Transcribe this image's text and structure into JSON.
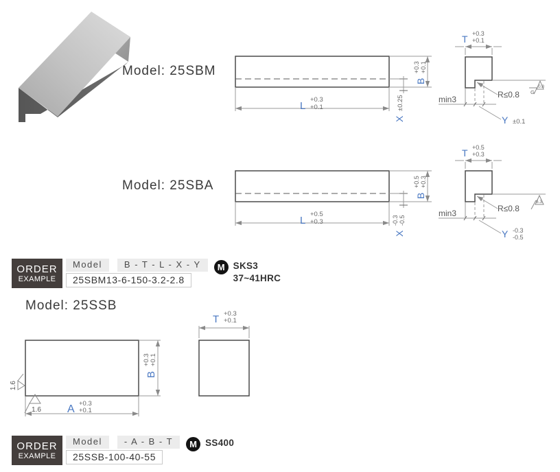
{
  "colors": {
    "accent_blue": "#4a78c2",
    "object_line": "#4a4a4a",
    "dimension_line": "#9a9a9a",
    "order_box_bg": "#443e3c",
    "chip_bg": "#ececec"
  },
  "sbm": {
    "label": "Model: 25SBM",
    "L": "L",
    "L_hi": "+0.3",
    "L_lo": "+0.1",
    "B": "B",
    "B_hi": "+0.3",
    "B_lo": "+0.1",
    "X": "X",
    "X_tol": "±0.25",
    "T": "T",
    "T_hi": "+0.3",
    "T_lo": "+0.1",
    "min": "min3",
    "radius": "R≤0.8",
    "Y": "Y",
    "Y_tol": "±0.1",
    "finish_value": "0.8",
    "finish_process": "G"
  },
  "sba": {
    "label": "Model: 25SBA",
    "L": "L",
    "L_hi": "+0.5",
    "L_lo": "+0.3",
    "B": "B",
    "B_hi": "+0.5",
    "B_lo": "+0.3",
    "X": "X",
    "X_hi": "-0.3",
    "X_lo": "-0.5",
    "T": "T",
    "T_hi": "+0.5",
    "T_lo": "+0.3",
    "min": "min3",
    "radius": "R≤0.8",
    "Y": "Y",
    "Y_hi": "-0.3",
    "Y_lo": "-0.5",
    "finish_value": "6.3"
  },
  "ssb": {
    "label": "Model: 25SSB",
    "A": "A",
    "A_hi": "+0.3",
    "A_lo": "+0.1",
    "B": "B",
    "B_hi": "+0.3",
    "B_lo": "+0.1",
    "T": "T",
    "T_hi": "+0.3",
    "T_lo": "+0.1",
    "finish_left": "1.6",
    "finish_bottom": "1.6"
  },
  "order_sbm": {
    "title_line1": "ORDER",
    "title_line2": "EXAMPLE",
    "model_chip": "Model",
    "format_chip": "B - T - L - X - Y",
    "example": "25SBM13-6-150-3.2-2.8",
    "brand_icon": "M",
    "material": "SKS3",
    "hardness": "37~41HRC"
  },
  "order_ssb": {
    "title_line1": "ORDER",
    "title_line2": "EXAMPLE",
    "model_chip": "Model",
    "format_chip": "- A - B - T",
    "example": "25SSB-100-40-55",
    "brand_icon": "M",
    "material": "SS400"
  }
}
